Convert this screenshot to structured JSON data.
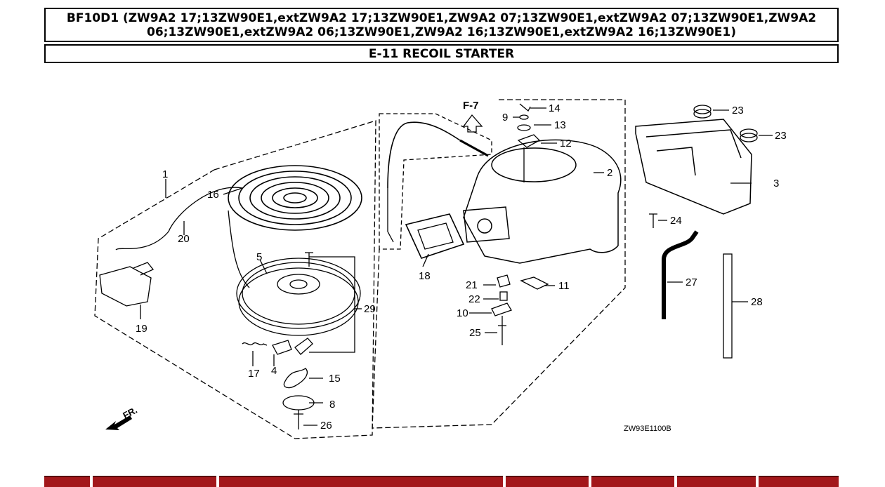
{
  "header": {
    "model": "BF10D1 (ZW9A2 17;13ZW90E1,extZW9A2 17;13ZW90E1,ZW9A2 07;13ZW90E1,extZW9A2 07;13ZW90E1,ZW9A2 06;13ZW90E1,extZW9A2 06;13ZW90E1,ZW9A2 16;13ZW90E1,extZW9A2 16;13ZW90E1)",
    "section": "E-11 RECOIL STARTER"
  },
  "diagram": {
    "ref_label": "F-7",
    "front_label": "FR.",
    "drawing_code": "ZW93E1100B",
    "callouts": [
      "1",
      "2",
      "3",
      "4",
      "5",
      "8",
      "9",
      "10",
      "11",
      "12",
      "13",
      "14",
      "15",
      "16",
      "17",
      "18",
      "19",
      "20",
      "21",
      "22",
      "23",
      "23",
      "24",
      "25",
      "26",
      "27",
      "28",
      "29"
    ]
  },
  "table": {
    "header_color": "#a3171b"
  }
}
